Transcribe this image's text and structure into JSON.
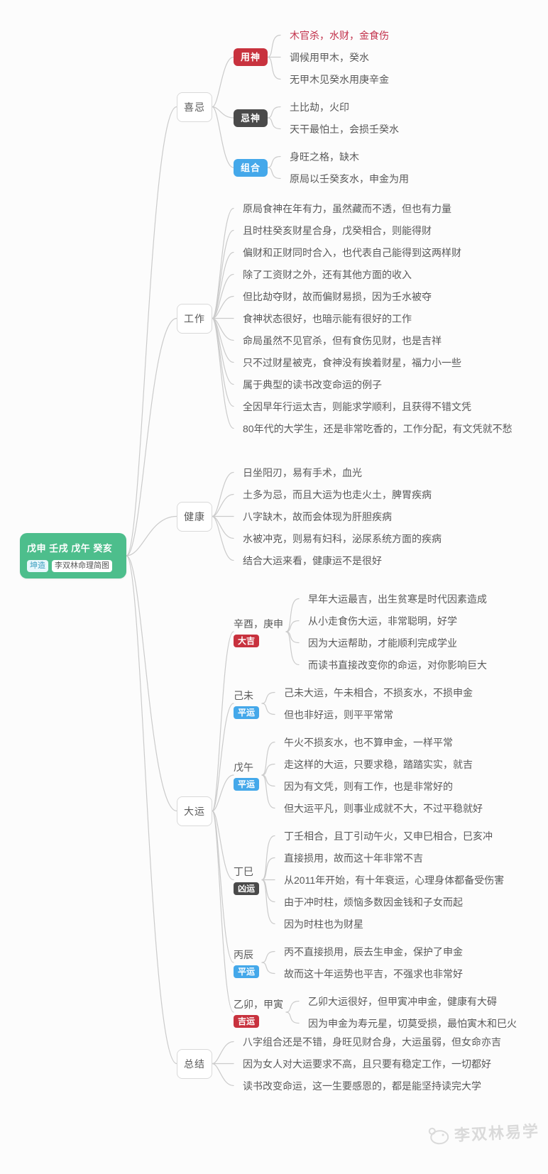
{
  "root": {
    "title": "戊申 壬戌 戊午 癸亥",
    "tags": [
      "坤造",
      "李双林命理简图"
    ]
  },
  "branches": [
    {
      "label": "喜忌",
      "subgroups": [
        {
          "name": "用神",
          "badge_style": "red",
          "leaf_styles": {
            "0": "highlight"
          },
          "leaves": [
            "木官杀，水财，金食伤",
            "调候用甲木，癸水",
            "无甲木见癸水用庚辛金"
          ]
        },
        {
          "name": "忌神",
          "badge_style": "dark",
          "leaves": [
            "土比劫，火印",
            "天干最怕土，会损壬癸水"
          ]
        },
        {
          "name": "组合",
          "badge_style": "blue",
          "leaves": [
            "身旺之格，缺木",
            "原局以壬癸亥水，申金为用"
          ]
        }
      ]
    },
    {
      "label": "工作",
      "leaves": [
        "原局食神在年有力，虽然藏而不透，但也有力量",
        "且时柱癸亥财星合身，戊癸相合，则能得财",
        "偏财和正财同时合入，也代表自己能得到这两样财",
        "除了工资财之外，还有其他方面的收入",
        "但比劫夺财，故而偏财易损，因为壬水被夺",
        "食神状态很好，也暗示能有很好的工作",
        "命局虽然不见官杀，但有食伤见财，也是吉祥",
        "只不过财星被克，食神没有挨着财星，福力小一些",
        "属于典型的读书改变命运的例子",
        "全因早年行运太吉，则能求学顺利，且获得不错文凭",
        "80年代的大学生，还是非常吃香的，工作分配，有文凭就不愁"
      ]
    },
    {
      "label": "健康",
      "leaves": [
        "日坐阳刃，易有手术，血光",
        "土多为忌，而且大运为也走火土，脾胃疾病",
        "八字缺木，故而会体现为肝胆疾病",
        "水被冲克，则易有妇科，泌尿系统方面的疾病",
        "结合大运来看，健康运不是很好"
      ]
    },
    {
      "label": "大运",
      "subgroups": [
        {
          "name": "辛酉，庚申",
          "badge": "大吉",
          "badge_style": "red",
          "leaves": [
            "早年大运最吉，出生贫寒是时代因素造成",
            "从小走食伤大运，非常聪明，好学",
            "因为大运帮助，才能顺利完成学业",
            "而读书直接改变你的命运，对你影响巨大"
          ]
        },
        {
          "name": "己未",
          "badge": "平运",
          "badge_style": "blue",
          "leaves": [
            "己未大运，午未相合，不损亥水，不损申金",
            "但也非好运，则平平常常"
          ]
        },
        {
          "name": "戊午",
          "badge": "平运",
          "badge_style": "blue",
          "leaves": [
            "午火不损亥水，也不算申金，一样平常",
            "走这样的大运，只要求稳，踏踏实实，就吉",
            "因为有文凭，则有工作，也是非常好的",
            "但大运平凡，则事业成就不大，不过平稳就好"
          ]
        },
        {
          "name": "丁巳",
          "badge": "凶运",
          "badge_style": "dark",
          "leaves": [
            "丁壬相合，且丁引动午火，又申巳相合，巳亥冲",
            "直接损用，故而这十年非常不吉",
            "从2011年开始，有十年衰运，心理身体都备受伤害",
            "由于冲时柱，烦恼多数因金钱和子女而起",
            "因为时柱也为财星"
          ]
        },
        {
          "name": "丙辰",
          "badge": "平运",
          "badge_style": "blue",
          "leaves": [
            "丙不直接损用，辰去生申金，保护了申金",
            "故而这十年运势也平吉，不强求也非常好"
          ]
        },
        {
          "name": "乙卯，甲寅",
          "badge": "吉运",
          "badge_style": "red",
          "leaves": [
            "乙卯大运很好，但甲寅冲申金，健康有大碍",
            "因为申金为寿元星，切莫受损，最怕寅木和巳火"
          ]
        }
      ]
    },
    {
      "label": "总结",
      "leaves": [
        "八字组合还是不错，身旺见财合身，大运虽弱，但女命亦吉",
        "因为女人对大运要求不高，且只要有稳定工作，一切都好",
        "读书改变命运，这一生要感恩的，都是能坚持读完大学"
      ]
    }
  ],
  "watermark": {
    "text": "李双林易学"
  },
  "colors": {
    "root_green": "#4DBE8C",
    "badge_red": "#C8323E",
    "badge_dark": "#4A4A4A",
    "badge_blue": "#44A8EA",
    "highlight_text": "#C2304A",
    "leaf_text": "#595959",
    "connector_line": "#CBCBCB"
  }
}
